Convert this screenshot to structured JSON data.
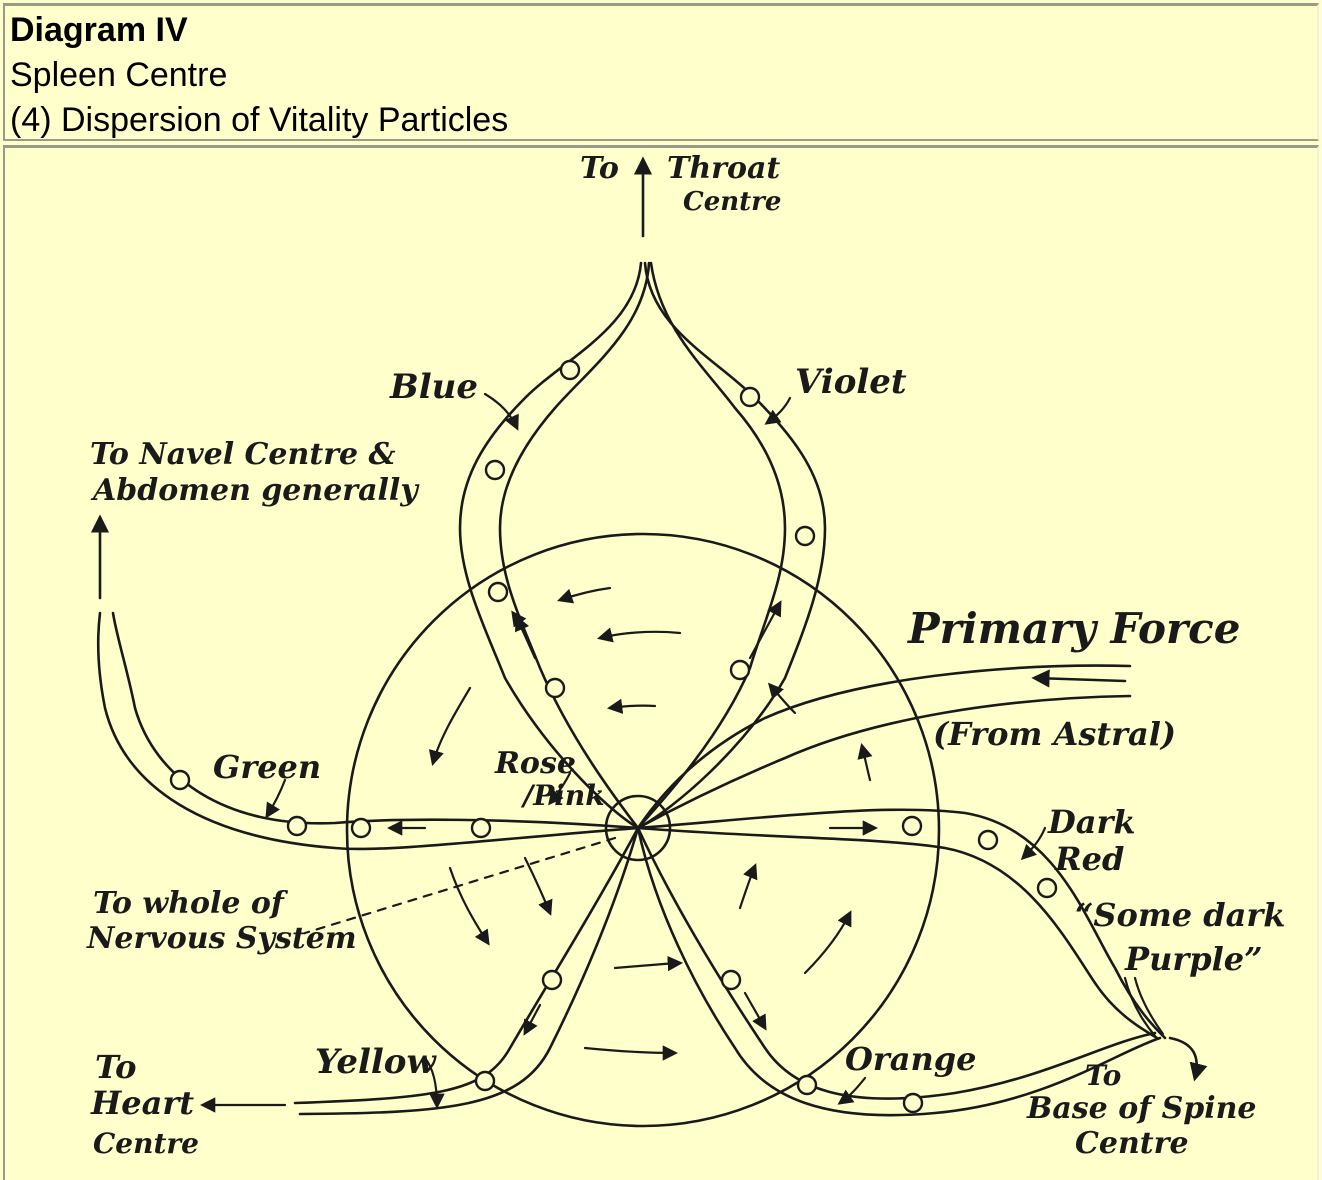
{
  "header": {
    "title": "Diagram IV",
    "subtitle": "Spleen Centre",
    "caption": "(4) Dispersion of Vitality Particles"
  },
  "labels": {
    "to_throat": "To",
    "throat_1": "Throat",
    "throat_2": "Centre",
    "blue": "Blue",
    "violet": "Violet",
    "navel_1": "To Navel Centre &",
    "navel_2": "Abdomen generally",
    "primary_force": "Primary Force",
    "from_astral": "(From Astral)",
    "green": "Green",
    "rose": "Rose",
    "pink": "/Pink",
    "dark_red_1": "Dark",
    "dark_red_2": "Red",
    "some_dark": "“Some dark",
    "purple": "Purple”",
    "whole_1": "To whole of",
    "whole_2": "Nervous System",
    "heart_1": "To",
    "heart_2": "Heart",
    "heart_3": "Centre",
    "yellow": "Yellow",
    "orange": "Orange",
    "spine_1": "To",
    "spine_2": "Base of Spine",
    "spine_3": "Centre"
  },
  "colors": {
    "background": "#ffffcc",
    "ink": "#1a1a1a"
  }
}
